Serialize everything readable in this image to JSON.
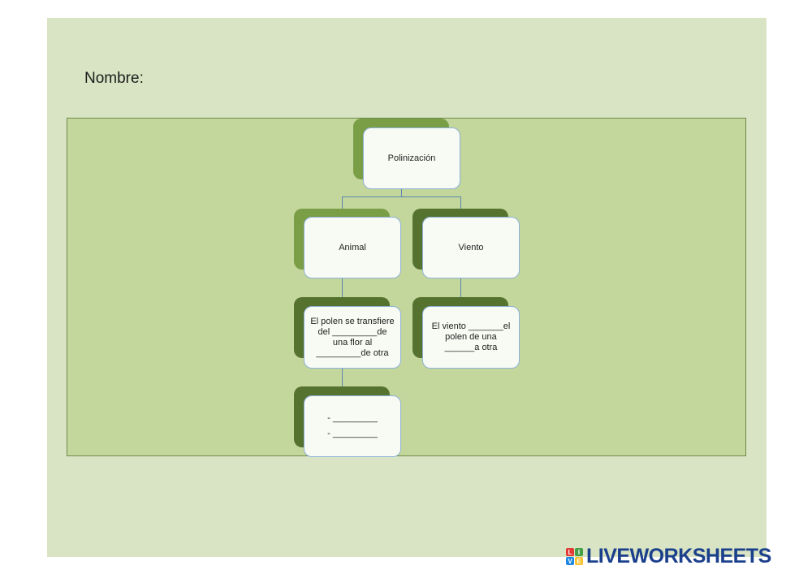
{
  "header": {
    "name_label": "Nombre:"
  },
  "diagram": {
    "root": "Polinización",
    "branches": {
      "animal": {
        "label": "Animal",
        "detail": "El polen se transfiere\ndel _________de\nuna flor al\n_________de otra",
        "examples": "- _________\n- _________"
      },
      "viento": {
        "label": "Viento",
        "detail": "El viento _______el\npolen de una\n______a otra"
      }
    }
  },
  "footer": {
    "brand": "LIVEWORKSHEETS",
    "logo_letters": [
      "L",
      "I",
      "V",
      "E"
    ],
    "logo_colors": [
      "#e53935",
      "#43a047",
      "#1e88e5",
      "#fbc02d"
    ]
  },
  "colors": {
    "sheet": "#d8e4c3",
    "panel": "#c3d69c",
    "box_fill": "#f7fbf3",
    "box_border": "#8fb2d9",
    "shadow_light": "#7a9e45",
    "shadow_dark": "#56722f",
    "connector": "#5d86b3",
    "brand": "#1a3f8c"
  }
}
